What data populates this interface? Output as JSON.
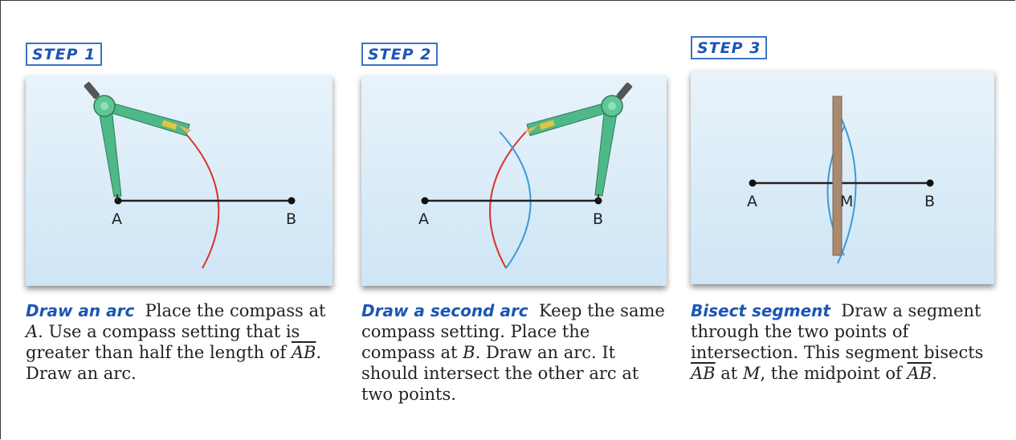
{
  "steps": [
    {
      "badge": "STEP 1",
      "lead": "Draw an arc",
      "caption": [
        "Place the compass at ",
        "A",
        ". Use a compass setting that is greater than half the length of ",
        "AB",
        ". Draw an arc."
      ],
      "points": [
        "A",
        "B"
      ]
    },
    {
      "badge": "STEP 2",
      "lead": "Draw a second arc",
      "caption": [
        "Keep the same compass setting. Place the compass at ",
        "B",
        ". Draw an arc. It should intersect the other arc at two points."
      ],
      "points": [
        "A",
        "B"
      ]
    },
    {
      "badge": "STEP 3",
      "lead": "Bisect segment",
      "caption": [
        "Draw a segment through the two points of intersection. This segment bisects ",
        "AB",
        " at ",
        "M",
        ", the midpoint of ",
        "AB",
        "."
      ],
      "points": [
        "A",
        "M",
        "B"
      ]
    }
  ],
  "colors": {
    "accent": "#1c56b5",
    "arc_red": "#d9332b",
    "arc_blue": "#3a9bd6",
    "compass_green": "#4fb889",
    "ruler": "#a98a6e"
  }
}
